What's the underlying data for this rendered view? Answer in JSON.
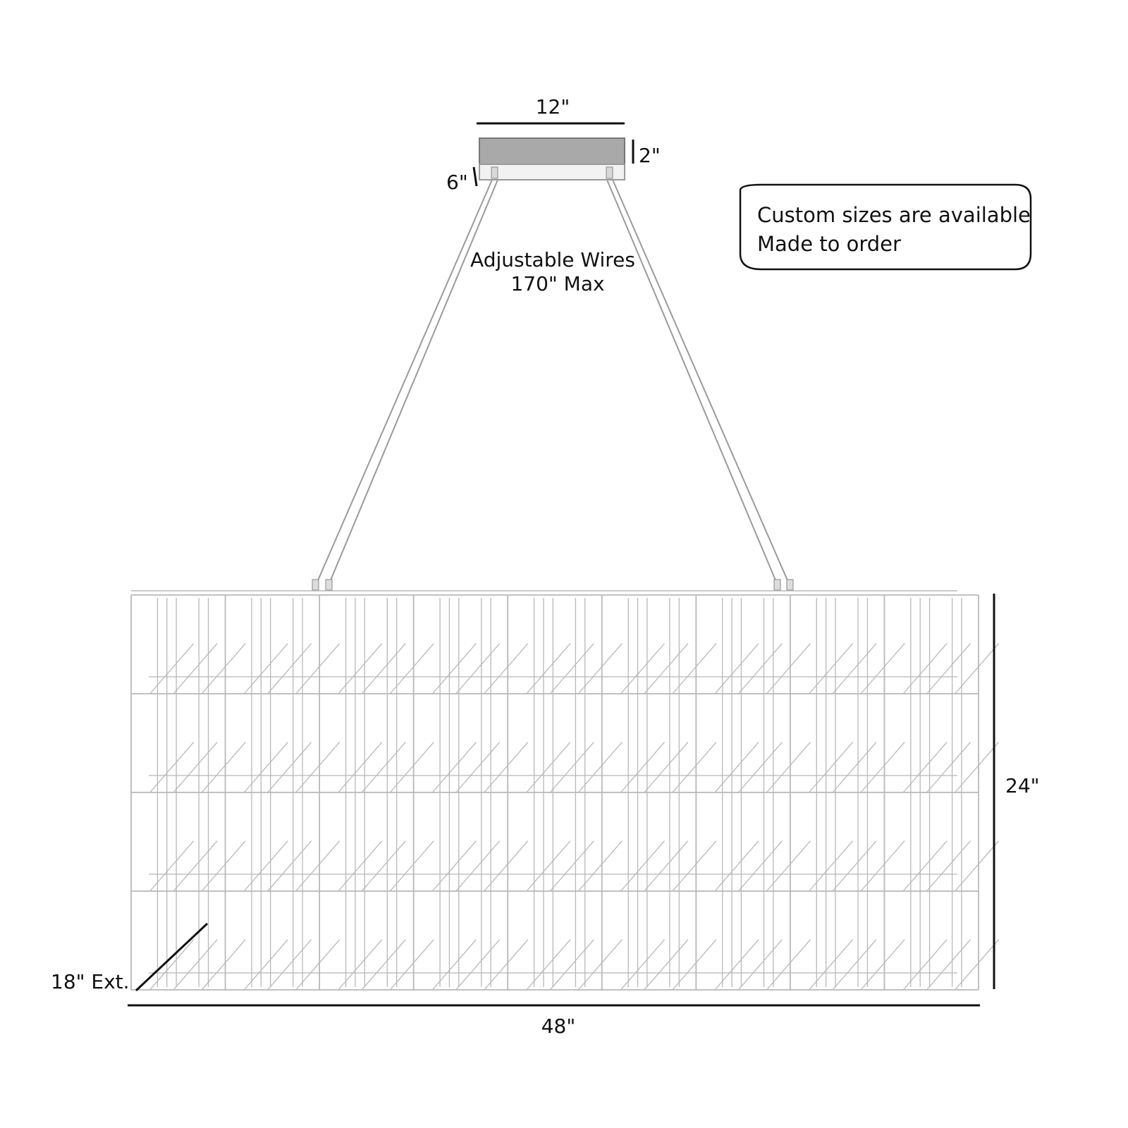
{
  "dimensions": {
    "canopy_width": "12\"",
    "canopy_height": "2\"",
    "canopy_depth": "6\"",
    "fixture_height": "24\"",
    "fixture_width": "48\"",
    "fixture_extension": "18\" Ext."
  },
  "wires": {
    "label": "Adjustable Wires",
    "max": "170\" Max"
  },
  "note": {
    "line1": "Custom sizes are available",
    "line2": "Made to order"
  },
  "colors": {
    "ink": "#111111",
    "canopy_fill": "#a9a9a9",
    "grid_stroke": "#b8b8b8",
    "wire_stroke": "#9a9a9a"
  }
}
